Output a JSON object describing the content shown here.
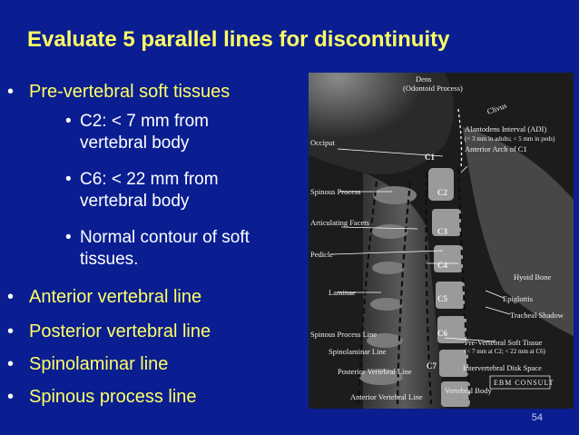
{
  "title": "Evaluate 5 parallel lines for discontinuity",
  "bullets": {
    "pre_vertebral": "Pre-vertebral soft tissues",
    "sub1_line1": "C2: < 7 mm from",
    "sub1_line2": "vertebral  body",
    "sub2_line1": "C6: < 22 mm from",
    "sub2_line2": "vertebral body",
    "sub3_line1": "Normal contour of soft",
    "sub3_line2": "tissues.",
    "anterior": "Anterior vertebral line",
    "posterior": "Posterior vertebral line",
    "spinolaminar": "Spinolaminar line",
    "spinous": "Spinous process line"
  },
  "page_number": "54",
  "xray_labels": {
    "dens": "Dens",
    "odontoid": "(Odontoid Process)",
    "clivus": "Clivus",
    "adi": "Alantodens Interval (ADI)",
    "adi_note": "(< 3 mm in adults; < 5 mm in peds)",
    "anterior_arch": "Anterior Arch of C1",
    "occiput": "Occiput",
    "c1": "C1",
    "c2": "C2",
    "c3": "C3",
    "c4": "C4",
    "c5": "C5",
    "c6": "C6",
    "c7": "C7",
    "spinous_process": "Spinous Process",
    "articulating_facets": "Articulating Facets",
    "pedicle": "Pedicle",
    "laminae": "Laminae",
    "hyoid": "Hyoid Bone",
    "epiglottis": "Epiglottis",
    "tracheal": "Tracheal Shadow",
    "spinous_line": "Spinous Process Line",
    "spinolaminar_line": "Spinolaminar Line",
    "posterior_line": "Posterior Vertebral Line",
    "anterior_line": "Anterior Vertebral Line",
    "pre_soft": "Pre-Vertebral Soft Tissue",
    "pre_soft_note": "(< 7 mm at C2;  < 22 mm at C6)",
    "disk": "Intervertebral Disk Space",
    "vertebral_body": "Vertebral Body",
    "logo": "EBM CONSULT"
  },
  "colors": {
    "background": "#0a1e91",
    "title": "#ffff66",
    "bullet_main": "#ffff66",
    "bullet_sub": "#ffffff"
  }
}
